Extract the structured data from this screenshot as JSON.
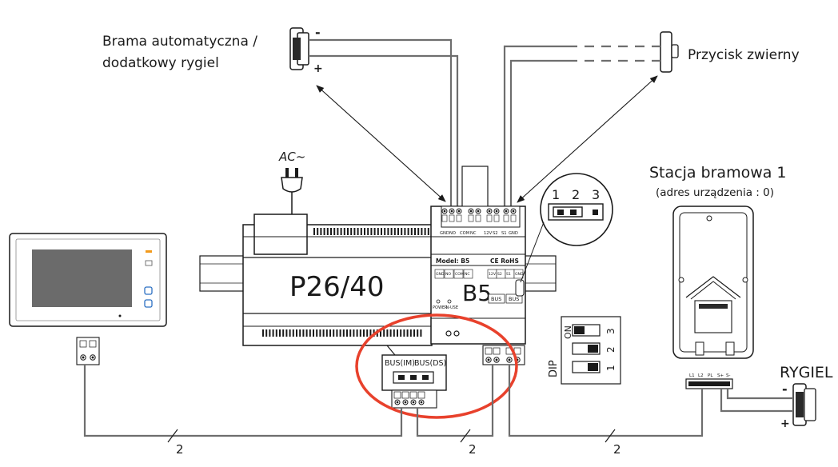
{
  "labels": {
    "gate": [
      "Brama automatyczna /",
      "dodatkowy rygiel"
    ],
    "gate_minus": "-",
    "gate_plus": "+",
    "exit_button": "Przycisk zwierny",
    "ac": "AC~",
    "psu_model": "P26/40",
    "module_name": "B5",
    "module_model_label": "Model: B5",
    "module_cert": "CE RoHS",
    "station_title": "Stacja bramowa 1",
    "station_address": "(adres urządzenia : 0)",
    "lock": "RYGIEL",
    "lock_minus": "-",
    "lock_plus": "+",
    "dip": "DIP",
    "dip_on": "ON",
    "dip_numbers": [
      "3",
      "2",
      "1"
    ],
    "jumper_numbers": [
      "1",
      "2",
      "3"
    ],
    "bus_im": "BUS(IM)",
    "bus_ds": "BUS(DS)",
    "wire_count": "2",
    "top_terminals": [
      "GND",
      "NO",
      "COM",
      "NC",
      "12V",
      "S2",
      "S1",
      "GND"
    ],
    "front_terminals": [
      "GND",
      "NO",
      "COM",
      "NC",
      "12V",
      "S2",
      "S1",
      "GND"
    ],
    "bus_terminals": [
      "BUS",
      "BUS"
    ],
    "power_led": "POWER",
    "inuse_led": "IN-USE",
    "station_terminals": [
      "L1",
      "L2",
      "PL",
      "S+",
      "S-"
    ]
  },
  "colors": {
    "highlight": "#e8412c",
    "wire": "#6e6e6e",
    "screen": "#6b6b6b",
    "accent_led": "#f29a1c",
    "monitor_icon": "#2b6fc2"
  }
}
